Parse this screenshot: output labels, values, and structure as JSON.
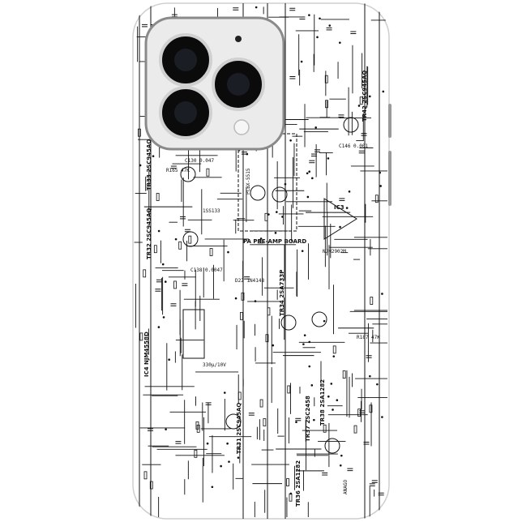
{
  "product": {
    "case_color": "#ffffff",
    "print_color": "#111111",
    "camera_module_color": "#e9e9e9",
    "lens_color": "#0b0b0b"
  },
  "schematic_labels": [
    {
      "text": "TR33 2SC945AQ",
      "rot": -90
    },
    {
      "text": "TR32 2SC945AQ",
      "rot": -90
    },
    {
      "text": "TR31 2SC945AQ",
      "rot": -90
    },
    {
      "text": "TR34 2SA733P",
      "rot": -90
    },
    {
      "text": "TR36 2SA1282",
      "rot": -90
    },
    {
      "text": "TR37 2SC2458",
      "rot": -90
    },
    {
      "text": "TR38 2SA1282",
      "rot": -90
    },
    {
      "text": "TR42 2SC945AQ",
      "rot": -90
    },
    {
      "text": "IC4 NJM4558D",
      "rot": -90
    },
    {
      "text": "PA PRE-AMP BOARD",
      "rot": 0
    },
    {
      "text": "PCBX-5515",
      "rot": -90
    },
    {
      "text": "IC3",
      "rot": 0
    },
    {
      "text": "NJM2902M",
      "rot": 0
    },
    {
      "text": "R165 47K",
      "rot": 0
    },
    {
      "text": "C130 0.047",
      "rot": 0
    },
    {
      "text": "C138 0.0047",
      "rot": 0
    },
    {
      "text": "1SS133",
      "rot": 0
    },
    {
      "text": "D22 1N4148",
      "rot": 0
    },
    {
      "text": "330μ/10V",
      "rot": 0
    },
    {
      "text": "R187 47K",
      "rot": 0
    },
    {
      "text": "C146 0.001",
      "rot": 0
    },
    {
      "text": "ANAGO",
      "rot": -90
    }
  ]
}
